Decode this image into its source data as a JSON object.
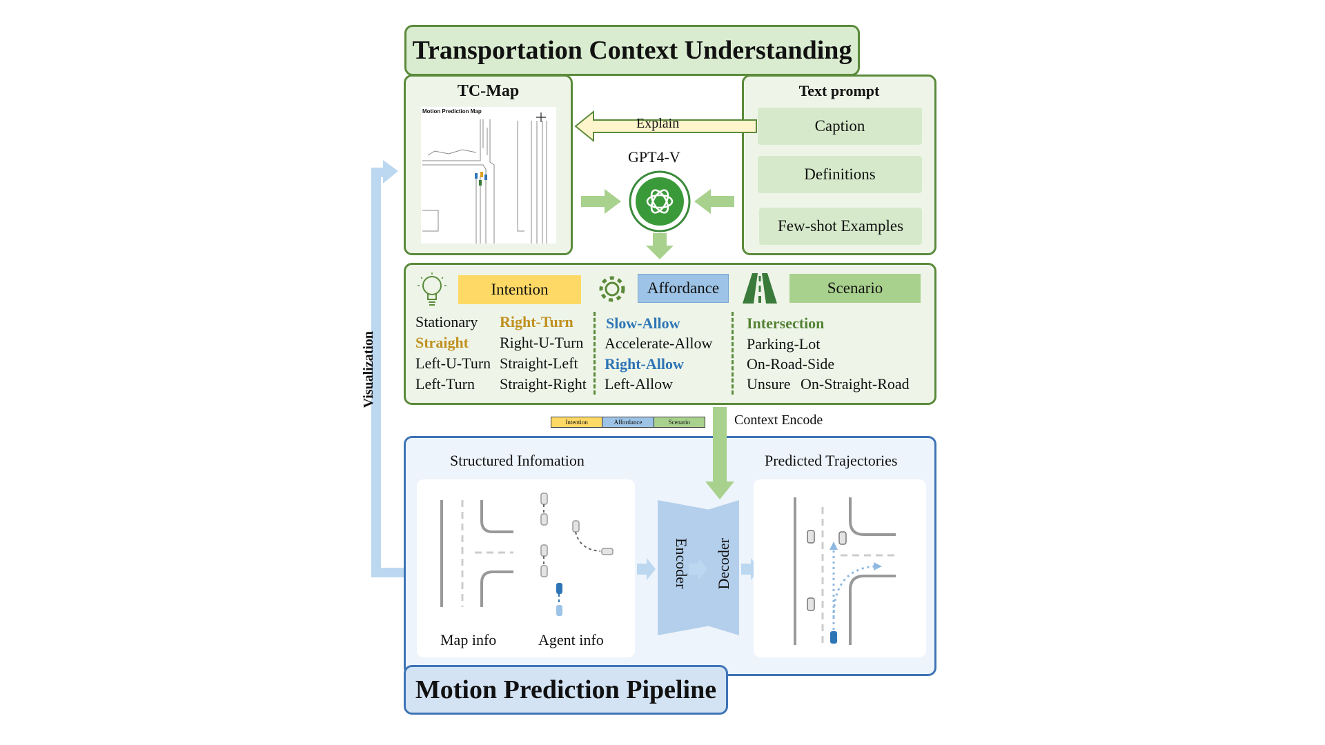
{
  "top": {
    "title": "Transportation Context Understanding",
    "tcmap_label": "TC-Map",
    "map_inner_title": "Motion Prediction Map",
    "text_prompt_label": "Text prompt",
    "prompt_items": [
      "Caption",
      "Definitions",
      "Few-shot Examples"
    ],
    "explain_label": "Explain",
    "model_label": "GPT4-V"
  },
  "categories": {
    "intention": {
      "header": "Intention",
      "col1": [
        "Stationary",
        "Straight",
        "Left-U-Turn",
        "Left-Turn"
      ],
      "col2": [
        "Right-Turn",
        "Right-U-Turn",
        "Straight-Left",
        "Straight-Right"
      ]
    },
    "affordance": {
      "header": "Affordance",
      "items": [
        "Slow-Allow",
        "Accelerate-Allow",
        "Right-Allow",
        "Left-Allow"
      ]
    },
    "scenario": {
      "header": "Scenario",
      "items": [
        "Intersection",
        "Parking-Lot",
        "On-Road-Side",
        "Unsure",
        "On-Straight-Road"
      ]
    }
  },
  "encoding": {
    "token_labels": [
      "Intention",
      "Affordance",
      "Scenario"
    ],
    "context_encode_label": "Context Encode"
  },
  "side": {
    "visualization_label": "Visualization"
  },
  "bottom": {
    "title": "Motion Prediction Pipeline",
    "structured_label": "Structured Infomation",
    "predicted_label": "Predicted Trajectories",
    "map_info_label": "Map info",
    "agent_info_label": "Agent info",
    "encoder_label": "Encoder",
    "decoder_label": "Decoder"
  },
  "colors": {
    "green_border": "#5a8a3a",
    "blue_border": "#3d74b6",
    "intention": "#ffd966",
    "affordance": "#9dc3e6",
    "scenario": "#a9d18e"
  }
}
